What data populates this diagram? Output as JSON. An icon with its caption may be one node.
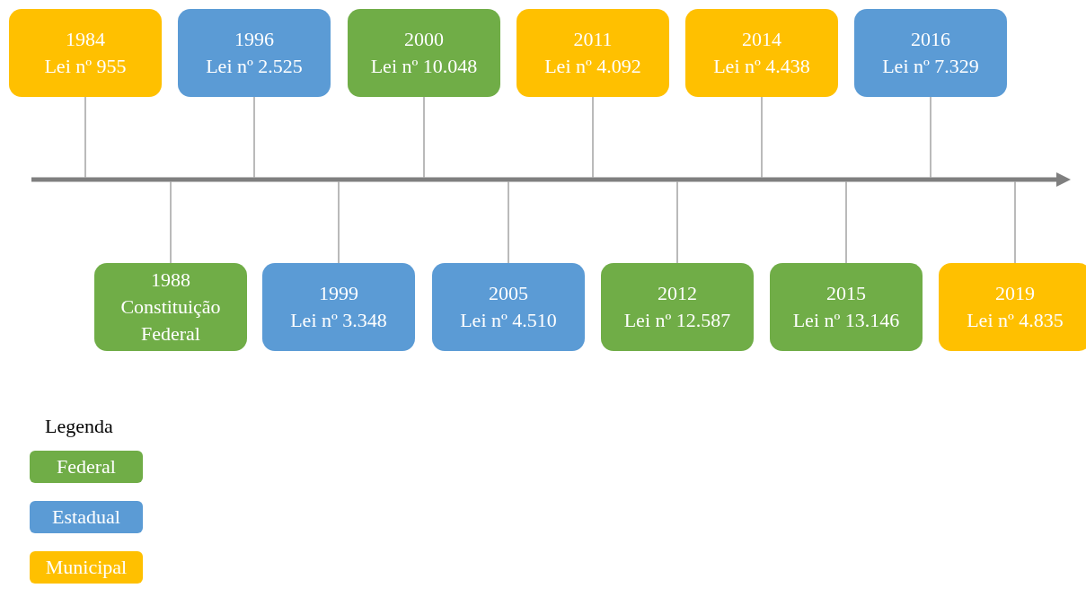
{
  "diagram": {
    "nodes": [
      {
        "text": [
          "1984",
          "Lei nº 955"
        ]
      },
      {
        "text": [
          "1988",
          "Constituição Federal"
        ]
      },
      {
        "text": [
          "1996",
          "Lei nº 2.525"
        ]
      },
      {
        "text": [
          "1999",
          "Lei nº 3.348"
        ]
      },
      {
        "text": [
          "2000",
          "Lei nº 10.048"
        ]
      },
      {
        "text": [
          "2005",
          "Lei nº 4.510"
        ]
      },
      {
        "text": [
          "2011",
          "Lei nº 4.092"
        ]
      },
      {
        "text": [
          "2012",
          "Lei nº 12.587"
        ]
      },
      {
        "text": [
          "2014",
          "Lei nº 4.438"
        ]
      },
      {
        "text": [
          "2015",
          "Lei nº 13.146"
        ]
      },
      {
        "text": [
          "2016",
          "Lei nº 7.329"
        ]
      },
      {
        "text": [
          "2019",
          "Lei nº 4.835"
        ]
      },
      {
        "text": [],
        "shape": "bar"
      }
    ],
    "edges": [
      {
        "from": 0,
        "to": 12,
        "arrow": "none"
      },
      {
        "from": 1,
        "to": 12,
        "arrow": "none"
      },
      {
        "from": 2,
        "to": 12,
        "arrow": "none"
      },
      {
        "from": 3,
        "to": 12,
        "arrow": "none"
      },
      {
        "from": 4,
        "to": 12,
        "arrow": "none"
      },
      {
        "from": 5,
        "to": 12,
        "arrow": "none"
      },
      {
        "from": 6,
        "to": 12,
        "arrow": "none"
      },
      {
        "from": 7,
        "to": 12,
        "arrow": "none"
      },
      {
        "from": 8,
        "to": 12,
        "arrow": "none"
      },
      {
        "from": 9,
        "to": 12,
        "arrow": "none"
      },
      {
        "from": 10,
        "to": 12,
        "arrow": "none"
      },
      {
        "from": 11,
        "to": 12,
        "arrow": "none"
      }
    ],
    "labels": [
      "Legenda"
    ],
    "legend": [
      {
        "text": "Federal",
        "color": "#70ad47"
      },
      {
        "text": "Estadual",
        "color": "#5b9bd5"
      },
      {
        "text": "Municipal",
        "color": "#ffc000"
      }
    ]
  }
}
